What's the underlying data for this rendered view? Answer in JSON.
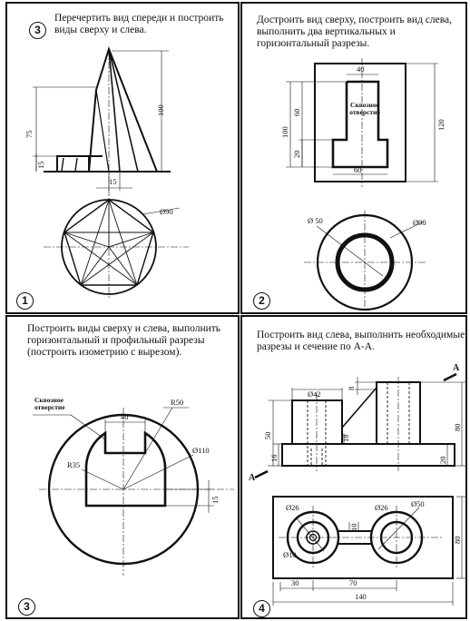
{
  "panels": [
    {
      "title": "Перечертить вид спереди и построить виды сверху и слева.",
      "task_number": "3",
      "index_label": "1",
      "dims": {
        "d100": "100",
        "d75": "75",
        "d15a": "15",
        "d15b": "15",
        "d90": "Ø90"
      }
    },
    {
      "title": "Достроить вид сверху, построить вид слева, выполнить два вертикальных и горизонтальный разрезы.",
      "index_label": "2",
      "note": "Сквозное отверстие",
      "dims": {
        "d40": "40",
        "d60top": "60",
        "d100": "100",
        "d20": "20",
        "d120": "120",
        "d60": "60",
        "d50": "Ø 50",
        "d90": "Ø90"
      }
    },
    {
      "title": "Построить виды сверху и слева, выполнить горизонтальный и профильный разрезы (построить изометрию с вырезом).",
      "index_label": "3",
      "note": "Сквозное отверстие",
      "dims": {
        "d40": "40",
        "r50": "R50",
        "d110": "Ø110",
        "r35": "R35",
        "d15": "15"
      }
    },
    {
      "title": "Построить вид слева, выполнить необходимые разрезы и сечение по А-А.",
      "index_label": "4",
      "section": "А",
      "dims": {
        "d42": "Ø42",
        "d8": "8",
        "d50": "50",
        "d16": "16",
        "d18": "18",
        "d80a": "80",
        "d20": "20",
        "d26a": "Ø26",
        "d26b": "Ø26",
        "d50b": "Ø50",
        "d10": "Ø10",
        "d10b": "10",
        "d30": "30",
        "d70": "70",
        "d140": "140",
        "d80b": "80"
      }
    }
  ]
}
